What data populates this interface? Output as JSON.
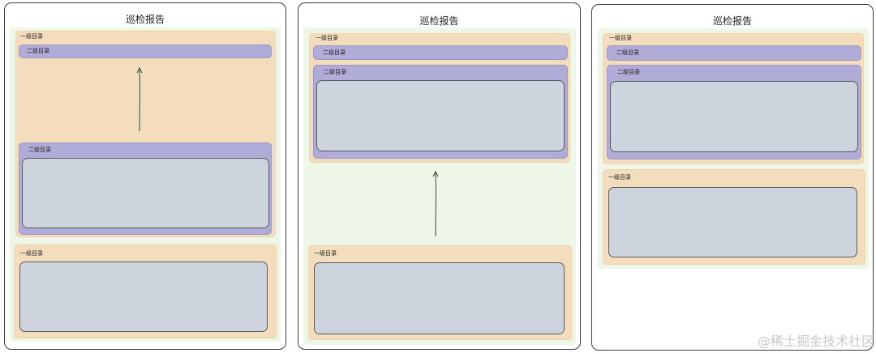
{
  "panels": [
    {
      "title": "巡检报告",
      "l1_a": "一级目录",
      "l2_a": "二级目录",
      "l2_b": "二级目录",
      "l1_b": "一级目录"
    },
    {
      "title": "巡检报告",
      "l1_a": "一级目录",
      "l2_a": "二级目录",
      "l2_b": "二级目录",
      "l1_b": "一级目录"
    },
    {
      "title": "巡检报告",
      "l1_a": "一级目录",
      "l2_a": "二级目录",
      "l2_b": "二级目录",
      "l1_b": "一级目录"
    }
  ],
  "watermark": "@稀土掘金技术社区",
  "colors": {
    "panel_border": "#3d3d3d",
    "green_bg": "#eef7e7",
    "level1_bg": "#f4ddbc",
    "level2_bg": "#b0acd8",
    "content_bg": "#ced4de",
    "arrow": "#2f4f2f"
  }
}
